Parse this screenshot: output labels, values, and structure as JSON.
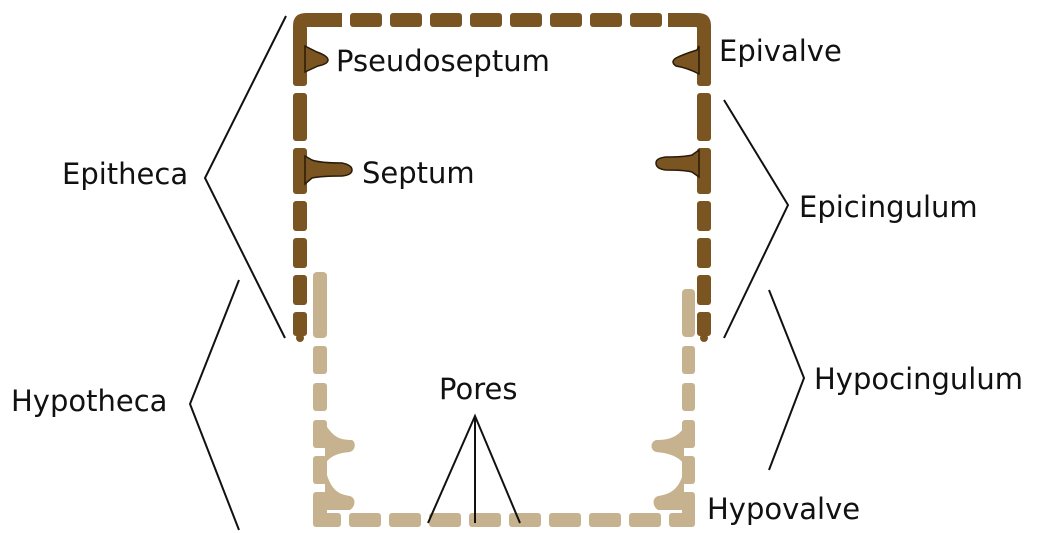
{
  "labels": {
    "pseudoseptum": "Pseudoseptum",
    "septum": "Septum",
    "epivalve": "Epivalve",
    "epitheca": "Epitheca",
    "epicingulum": "Epicingulum",
    "hypotheca": "Hypotheca",
    "hypocingulum": "Hypocingulum",
    "pores": "Pores",
    "hypovalve": "Hypovalve"
  },
  "colors": {
    "epitheca_fill": "#7a5522",
    "hypotheca_fill": "#c6b28e",
    "line": "#111111",
    "background": "#ffffff"
  }
}
